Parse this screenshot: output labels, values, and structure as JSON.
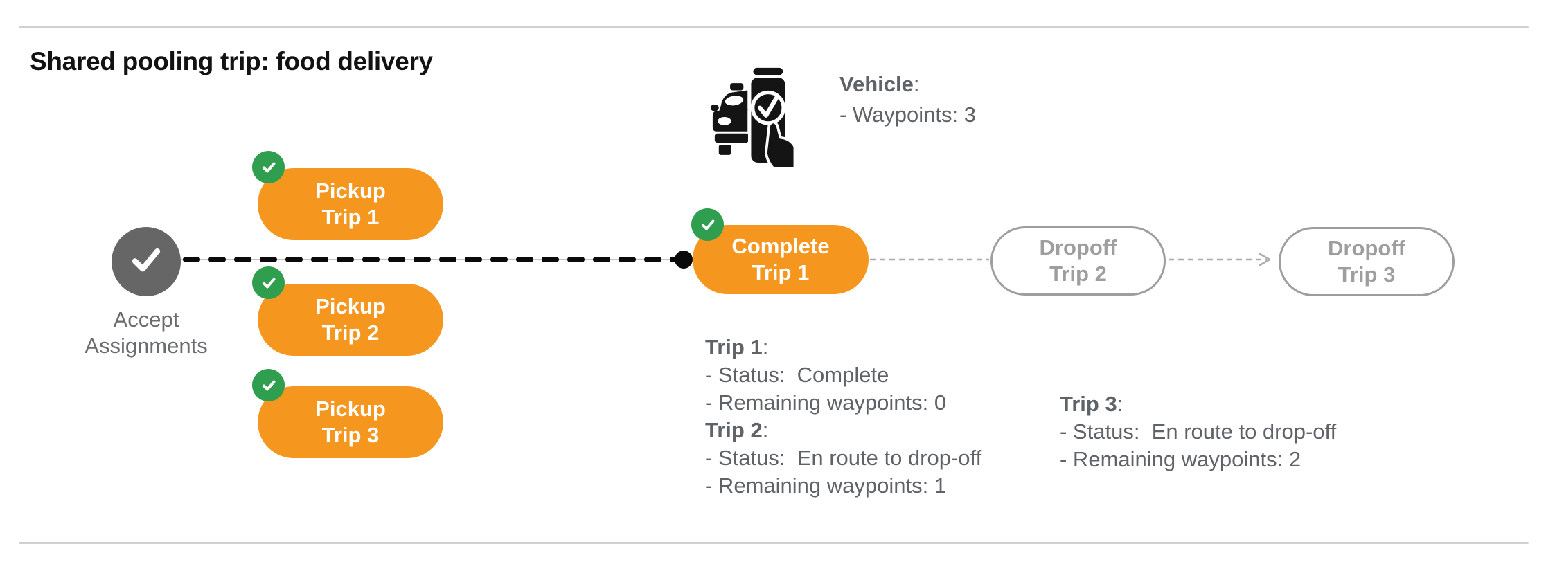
{
  "title": "Shared pooling trip: food delivery",
  "vehicle": {
    "icon": "car-phone-check-icon",
    "label_bold": "Vehicle",
    "label_suffix": ":",
    "waypoints_line": "- Waypoints: 3"
  },
  "flow": {
    "start": {
      "icon": "check-icon",
      "label_line1": "Accept",
      "label_line2": "Assignments"
    },
    "pickups": [
      {
        "line1": "Pickup",
        "line2": "Trip 1",
        "badge_icon": "check-icon"
      },
      {
        "line1": "Pickup",
        "line2": "Trip 2",
        "badge_icon": "check-icon"
      },
      {
        "line1": "Pickup",
        "line2": "Trip 3",
        "badge_icon": "check-icon"
      }
    ],
    "complete": {
      "line1": "Complete",
      "line2": "Trip 1",
      "badge_icon": "check-icon"
    },
    "dropoffs": [
      {
        "line1": "Dropoff",
        "line2": "Trip 2"
      },
      {
        "line1": "Dropoff",
        "line2": "Trip 3"
      }
    ]
  },
  "trip_details": [
    {
      "heading_bold": "Trip 1",
      "heading_suffix": ":",
      "status_line": "- Status:  Complete",
      "remaining_line": "- Remaining waypoints: 0"
    },
    {
      "heading_bold": "Trip 2",
      "heading_suffix": ":",
      "status_line": "- Status:  En route to drop-off",
      "remaining_line": "- Remaining waypoints: 1"
    },
    {
      "heading_bold": "Trip 3",
      "heading_suffix": ":",
      "status_line": "- Status:  En route to drop-off",
      "remaining_line": "- Remaining waypoints: 2"
    }
  ],
  "colors": {
    "orange": "#F5971E",
    "green": "#2F9E4F",
    "gray_node": "#666666",
    "gray_outline": "#9E9E9E",
    "gray_text": "#5F6368",
    "black": "#0A0A0A",
    "divider": "#D0D0D0"
  }
}
